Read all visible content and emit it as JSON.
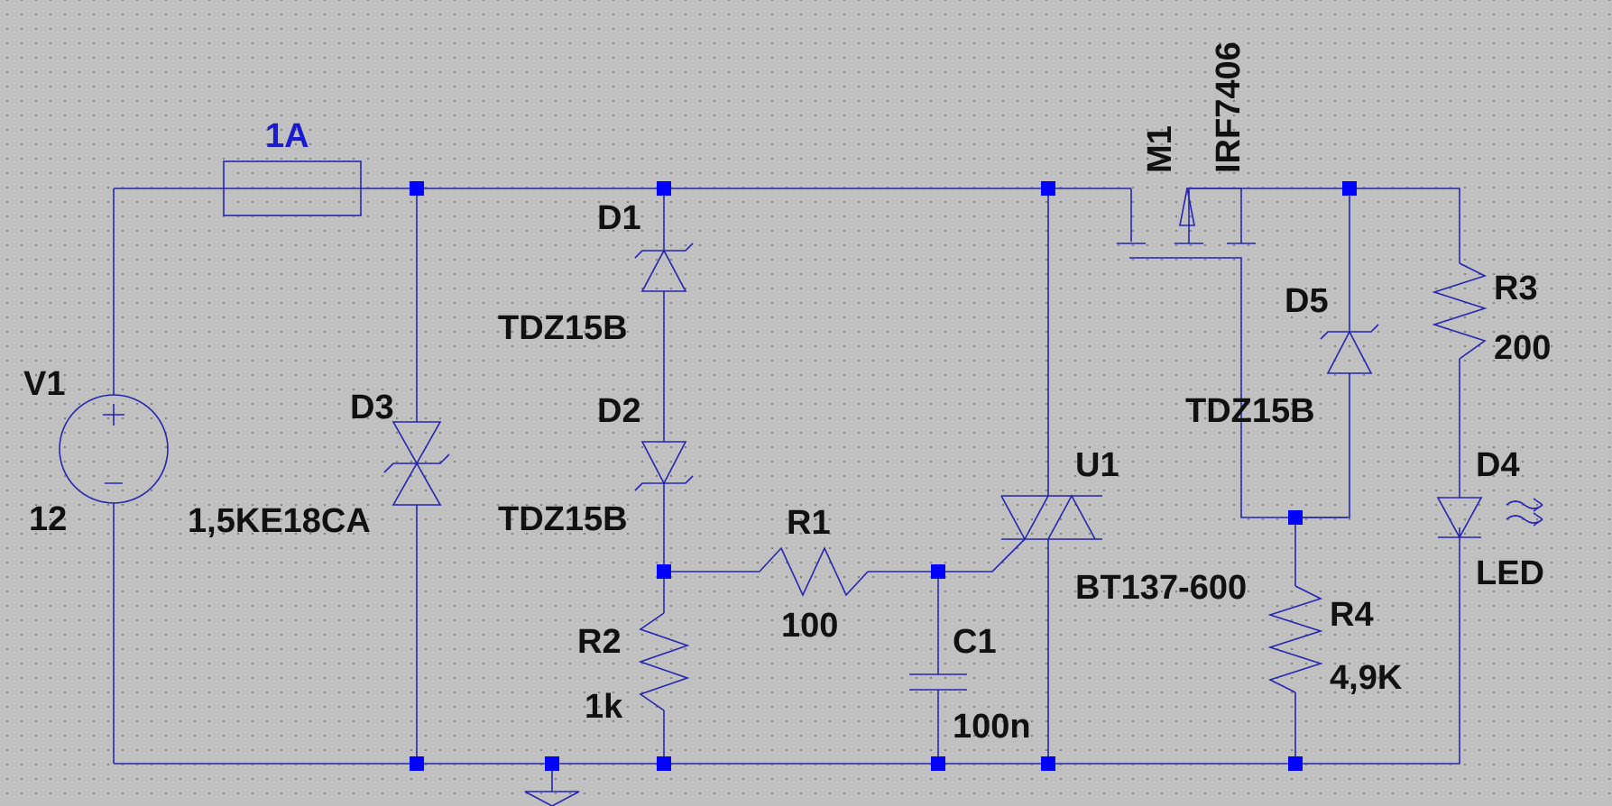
{
  "colors": {
    "background": "#c0c0c0",
    "wire": "#2525b0",
    "node": "#0000ff",
    "text": "#111111",
    "fuse_label": "#1a1ad0"
  },
  "labels": {
    "fuse_value": "1A",
    "v1_name": "V1",
    "v1_value": "12",
    "d3_name": "D3",
    "d3_value": "1,5KE18CA",
    "d1_name": "D1",
    "d1_value": "TDZ15B",
    "d2_name": "D2",
    "d2_value": "TDZ15B",
    "r1_name": "R1",
    "r1_value": "100",
    "r2_name": "R2",
    "r2_value": "1k",
    "c1_name": "C1",
    "c1_value": "100n",
    "u1_name": "U1",
    "u1_value": "BT137-600",
    "m1_name": "M1",
    "m1_value": "IRF7406",
    "d5_name": "D5",
    "d5_value": "TDZ15B",
    "r3_name": "R3",
    "r3_value": "200",
    "d4_name": "D4",
    "d4_value": "LED",
    "r4_name": "R4",
    "r4_value": "4,9K"
  }
}
